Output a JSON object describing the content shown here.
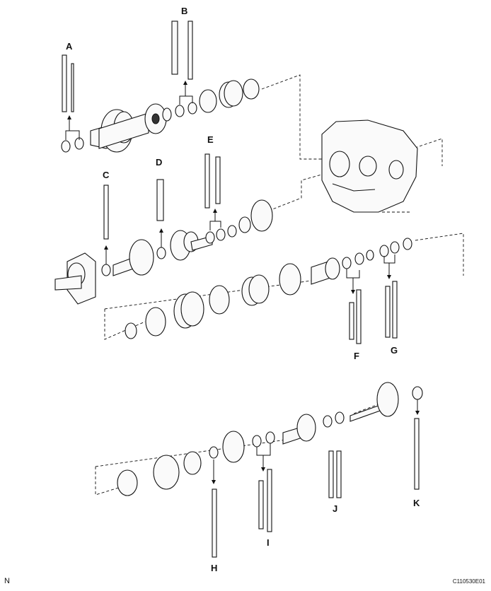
{
  "diagram": {
    "labels": [
      "A",
      "B",
      "C",
      "D",
      "E",
      "F",
      "G",
      "H",
      "I",
      "J",
      "K"
    ],
    "footer_left": "N",
    "footer_right": "C110530E01",
    "icons": [
      "shim-ring-icon",
      "bearing-icon",
      "gear-icon",
      "clutch-pack-icon",
      "shaft-icon",
      "housing-icon",
      "feeler-bar-icon",
      "arrow-icon"
    ]
  }
}
